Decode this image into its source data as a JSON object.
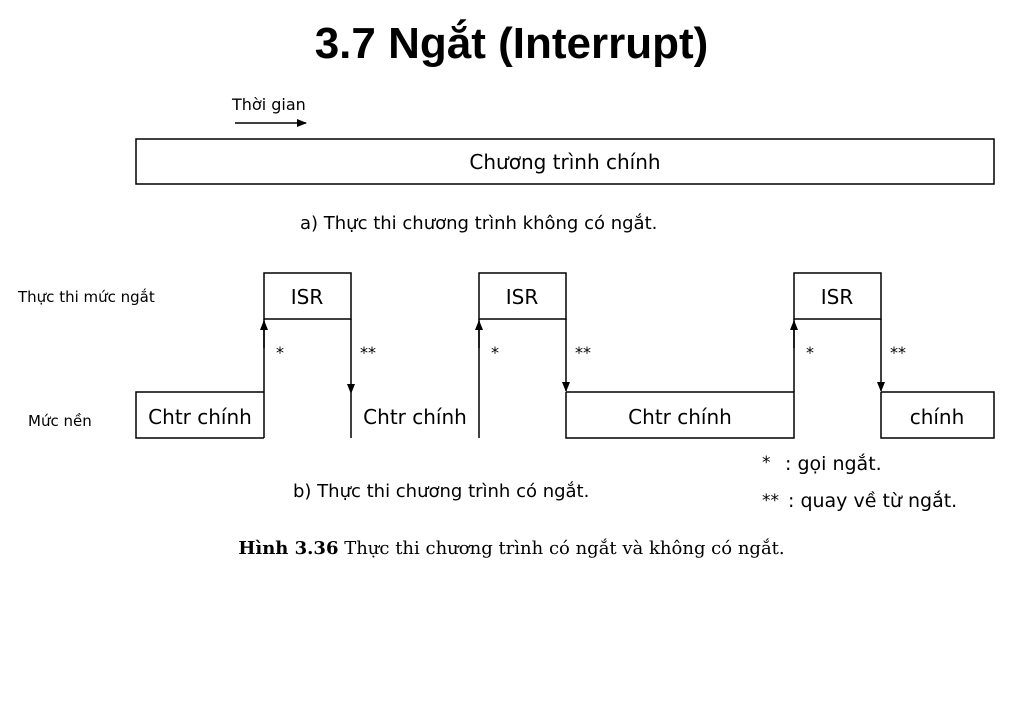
{
  "title": "3.7 Ngắt (Interrupt)",
  "diagram": {
    "time_label": "Thời gian",
    "main_program_label": "Chương trình chính",
    "caption_a": "a) Thực thi chương trình không có ngắt.",
    "interrupt_level_label": "Thực thi mức ngắt",
    "background_level_label": "Mức nền",
    "isr_blocks": [
      "ISR",
      "ISR",
      "ISR"
    ],
    "call_marks": [
      "*",
      "*",
      "*"
    ],
    "return_marks": [
      "**",
      "**",
      "**"
    ],
    "background_segments": [
      "Chtr chính",
      "Chtr chính",
      "Chtr chính",
      "chính"
    ],
    "caption_b": "b) Thực thi chương trình có ngắt.",
    "legend": {
      "call_symbol": "*",
      "call_text": ":  gọi ngắt.",
      "return_symbol": "**",
      "return_text": ": quay về từ ngắt."
    }
  },
  "caption": {
    "label": "Hình 3.36",
    "text": " Thực thi chương trình có ngắt và không có ngắt."
  }
}
